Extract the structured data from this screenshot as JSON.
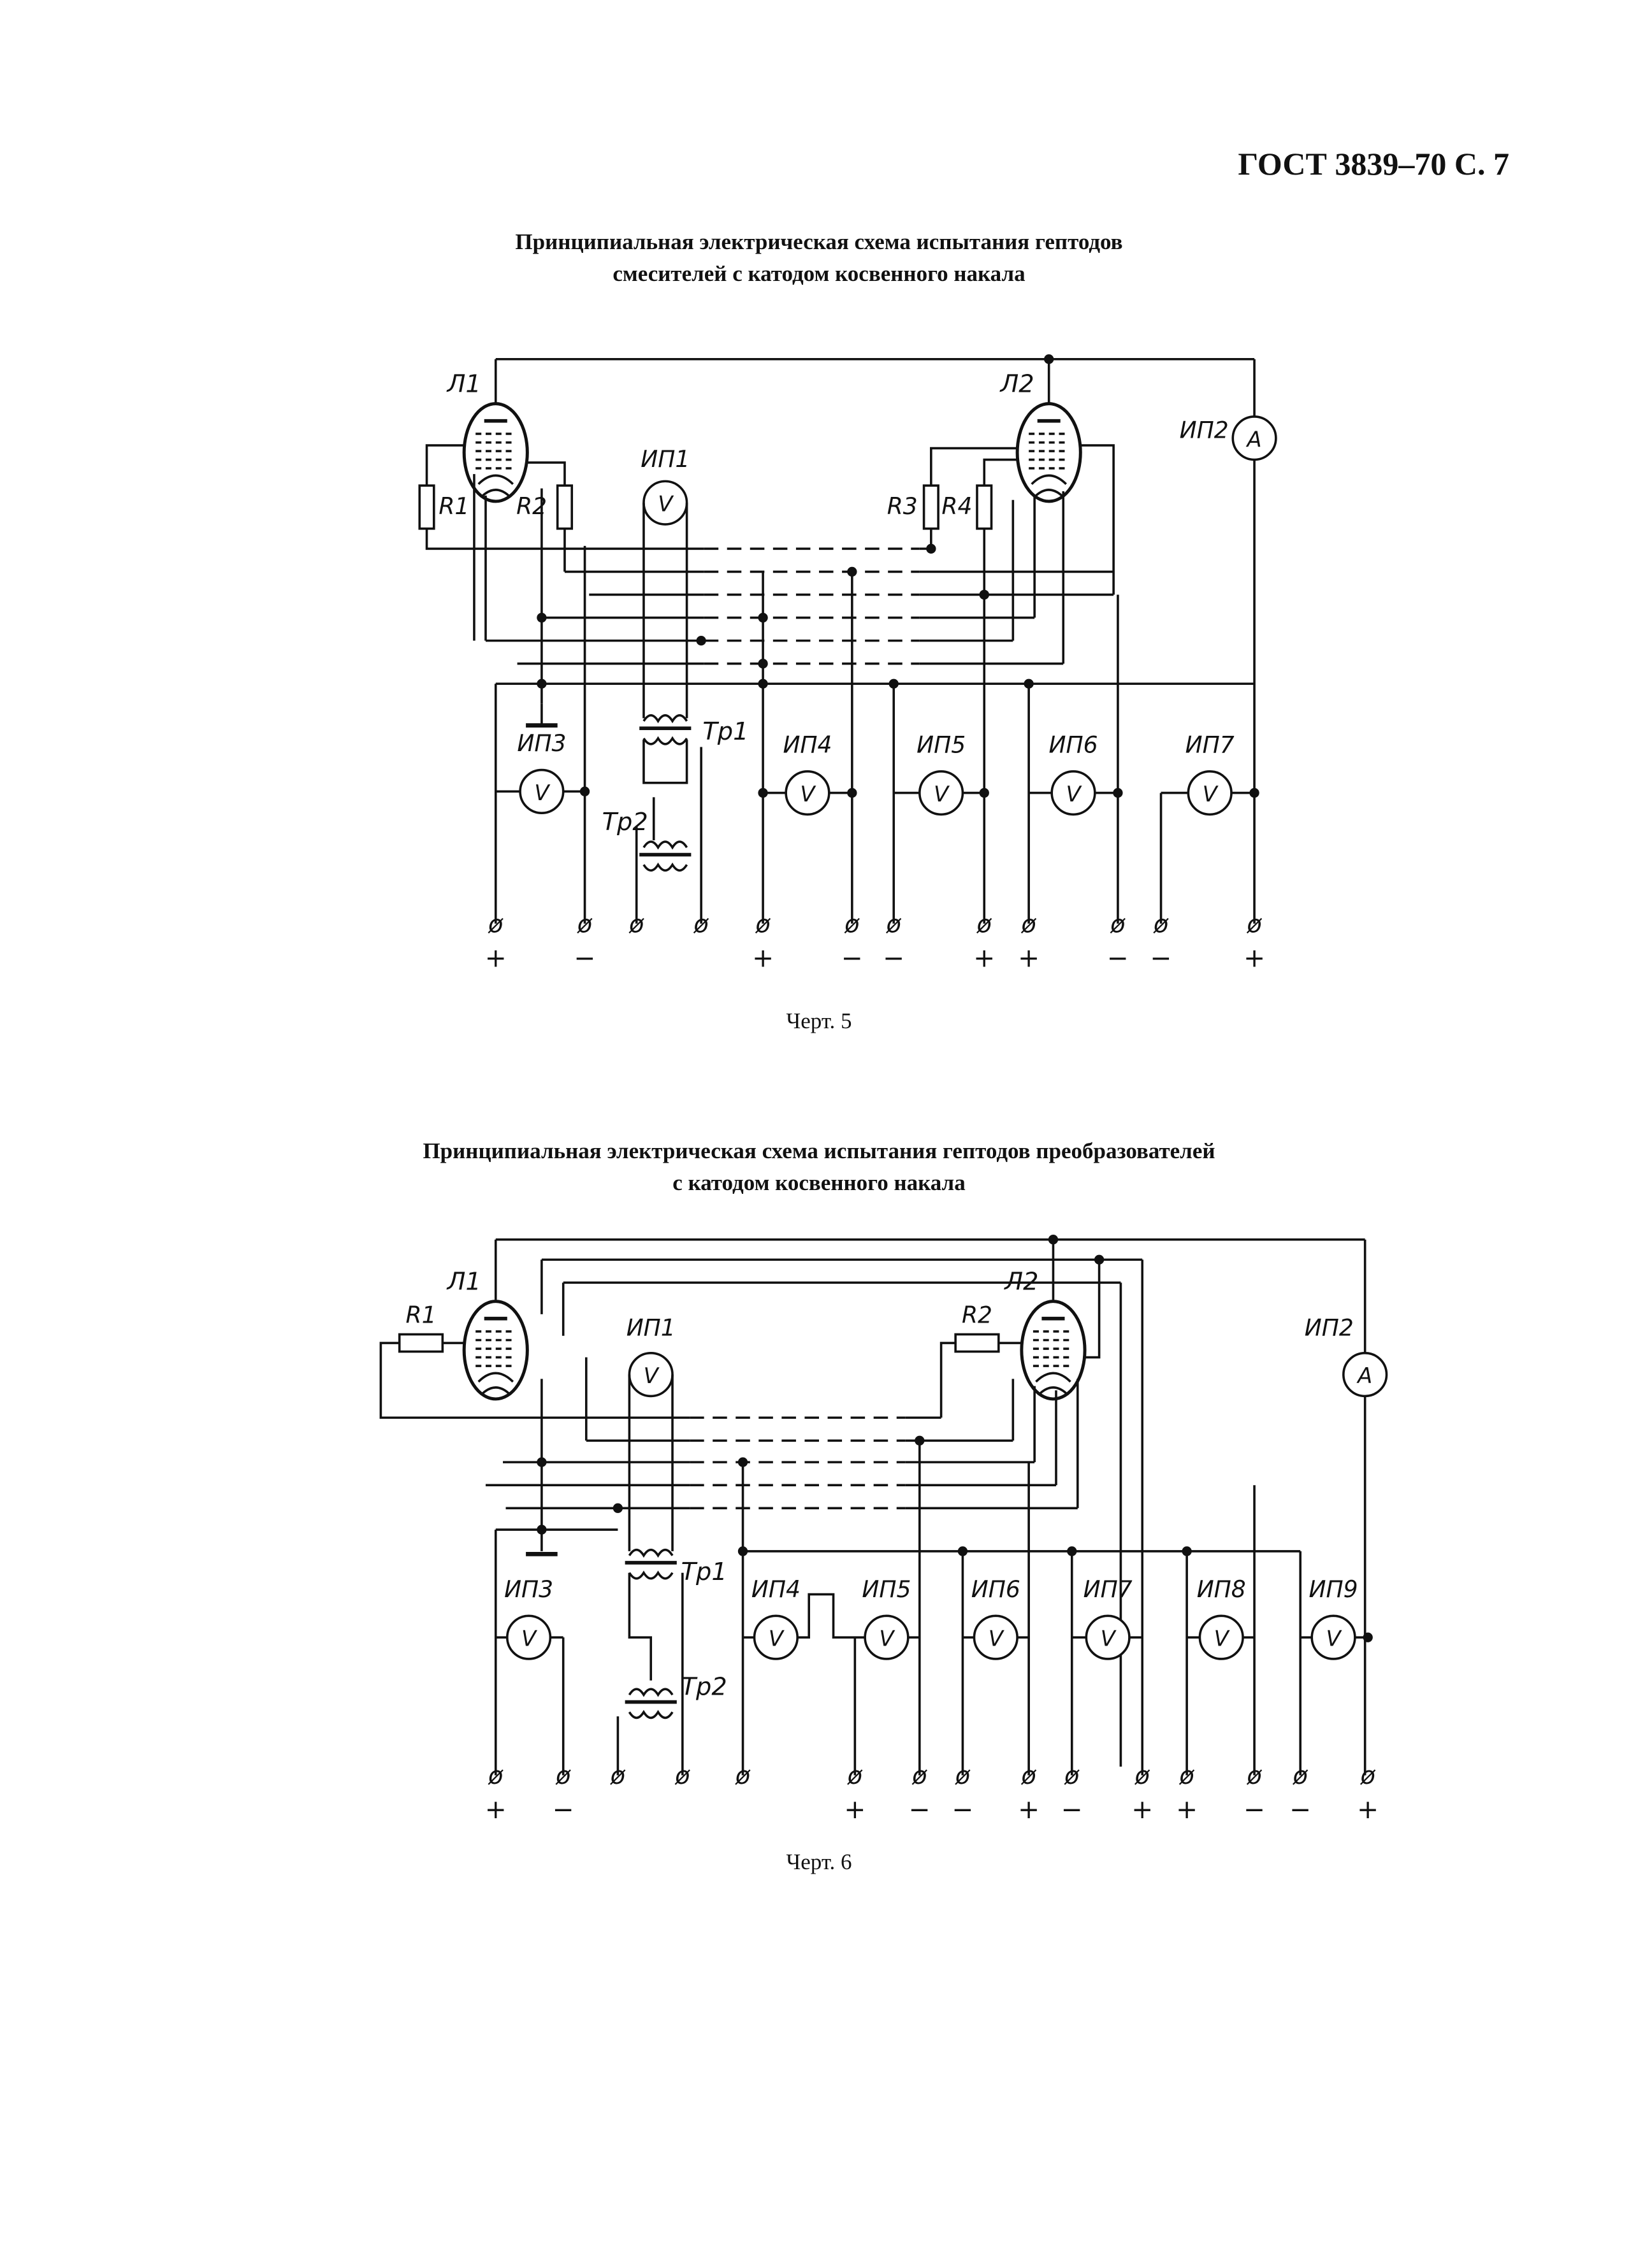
{
  "header": {
    "page_ref": "ГОСТ 3839–70 С. 7"
  },
  "figure5": {
    "title_line1": "Принципиальная электрическая схема испытания гептодов",
    "title_line2": "смесителей с катодом косвенного накала",
    "caption": "Черт. 5",
    "tubes": [
      "Л1",
      "Л2"
    ],
    "resistors": [
      "R1",
      "R2",
      "R3",
      "R4"
    ],
    "transformers": [
      "Тр1",
      "Тр2"
    ],
    "meters": [
      {
        "label": "ИП1",
        "symbol": "V"
      },
      {
        "label": "ИП2",
        "symbol": "A"
      },
      {
        "label": "ИП3",
        "symbol": "V"
      },
      {
        "label": "ИП4",
        "symbol": "V"
      },
      {
        "label": "ИП5",
        "symbol": "V"
      },
      {
        "label": "ИП6",
        "symbol": "V"
      },
      {
        "label": "ИП7",
        "symbol": "V"
      }
    ],
    "terminal_symbol": "ø",
    "terminal_signs": [
      "+",
      "−",
      "",
      "",
      "+",
      "−",
      "−",
      "+",
      "+",
      "−",
      "−",
      "+"
    ]
  },
  "figure6": {
    "title_line1": "Принципиальная электрическая схема испытания гептодов преобразователей",
    "title_line2": "с катодом косвенного накала",
    "caption": "Черт. 6",
    "tubes": [
      "Л1",
      "Л2"
    ],
    "resistors": [
      "R1",
      "R2"
    ],
    "transformers": [
      "Тр1",
      "Тр2"
    ],
    "meters": [
      {
        "label": "ИП1",
        "symbol": "V"
      },
      {
        "label": "ИП2",
        "symbol": "A"
      },
      {
        "label": "ИП3",
        "symbol": "V"
      },
      {
        "label": "ИП4",
        "symbol": "V"
      },
      {
        "label": "ИП5",
        "symbol": "V"
      },
      {
        "label": "ИП6",
        "symbol": "V"
      },
      {
        "label": "ИП7",
        "symbol": "V"
      },
      {
        "label": "ИП8",
        "symbol": "V"
      },
      {
        "label": "ИП9",
        "symbol": "V"
      }
    ],
    "terminal_symbol": "ø",
    "terminal_signs": [
      "+",
      "−",
      "",
      "",
      "",
      "+",
      "−",
      "−",
      "+",
      "−",
      "+",
      "+",
      "−",
      "−",
      "+"
    ]
  }
}
